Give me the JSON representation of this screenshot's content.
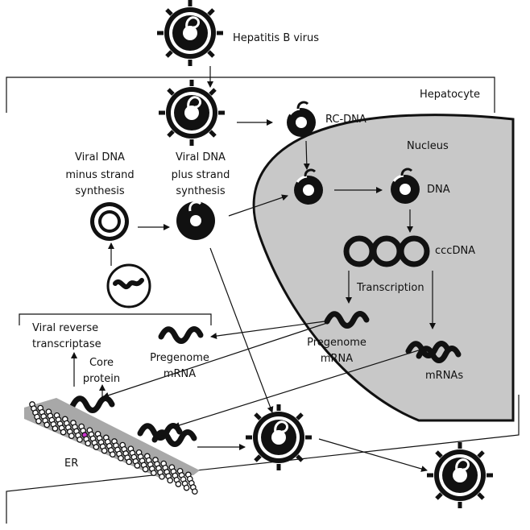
{
  "labels": {
    "hbv": "Hepatitis B virus",
    "hepatocyte": "Hepatocyte",
    "rcdna": "RC-DNA",
    "nucleus": "Nucleus",
    "minus": [
      "Viral DNA",
      "minus strand",
      "synthesis"
    ],
    "plus": [
      "Viral DNA",
      "plus strand",
      "synthesis"
    ],
    "dna": "DNA",
    "cccdna": "cccDNA",
    "transcription": "Transcription",
    "pregenome_nuc": [
      "Pregenome",
      "mRNA"
    ],
    "mrnas": "mRNAs",
    "reverse": [
      "Viral reverse",
      "transcriptase"
    ],
    "core": [
      "Core",
      "protein"
    ],
    "pregenome_cyto": [
      "Pregenome",
      "mRNA"
    ],
    "er": "ER"
  },
  "colors": {
    "nucleus_fill": "#c8c8c8",
    "outline": "#111111",
    "er_dot_accent": "#cc33cc"
  }
}
